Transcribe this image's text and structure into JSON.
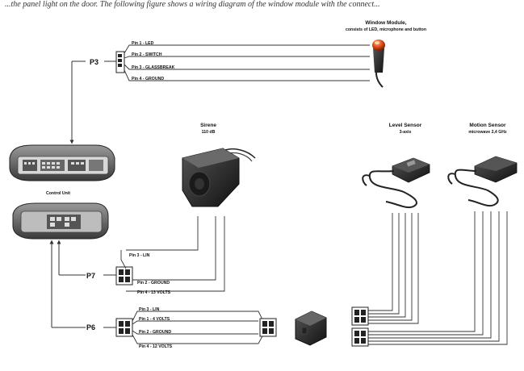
{
  "caption": "...the panel light on the door. The following figure shows a wiring diagram of the window module with the connect...",
  "connectors": {
    "p3": "P3",
    "p7": "P7",
    "p6": "P6"
  },
  "p3_pins": [
    "Pin 1 - LED",
    "Pin 2 - SWITCH",
    "Pin 3 - GLASSBREAK",
    "Pin 4 - GROUND"
  ],
  "p7_pins": [
    "Pin 3 - LIN",
    "Pin 2 - GROUND",
    "Pin 4 - 13 VOLTS"
  ],
  "p6_pins": [
    "Pin 3 - LIN",
    "Pin 1 - 4 VOLTS",
    "Pin 2 - GROUND",
    "Pin 4 - 12 VOLTS"
  ],
  "window_module": {
    "title": "Window Module,",
    "subtitle": "consists of LED, microphone and button"
  },
  "siren": {
    "title": "Sirene",
    "subtitle": "110 dB"
  },
  "level_sensor": {
    "title": "Level Sensor",
    "subtitle": "3-axis"
  },
  "motion_sensor": {
    "title": "Motion Sensor",
    "subtitle": "microwave 2,4 GHz"
  },
  "control_unit": {
    "label": "Control Unit"
  }
}
